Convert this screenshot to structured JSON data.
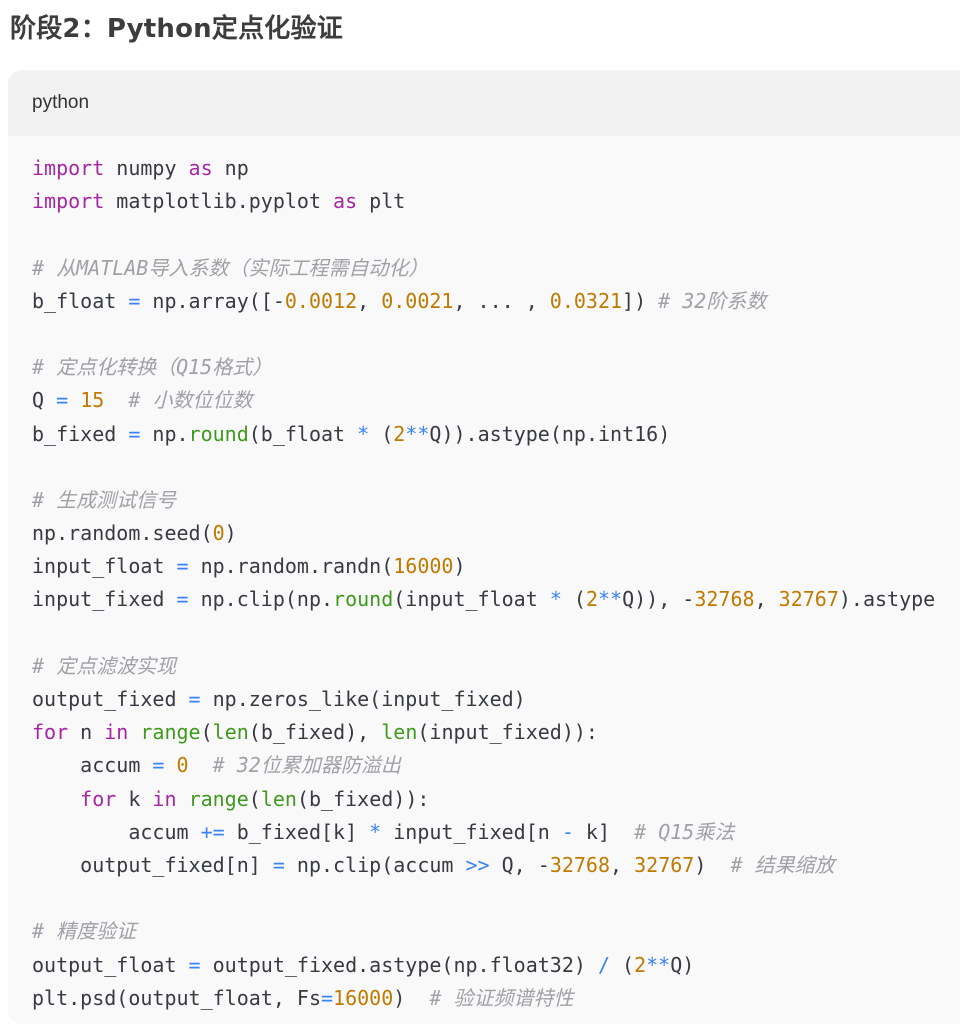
{
  "heading": "阶段2：Python定点化验证",
  "code_block": {
    "language": "python",
    "lines": [
      [
        [
          "kw",
          "import"
        ],
        [
          "pl",
          " numpy "
        ],
        [
          "kw",
          "as"
        ],
        [
          "pl",
          " np"
        ]
      ],
      [
        [
          "kw",
          "import"
        ],
        [
          "pl",
          " matplotlib.pyplot "
        ],
        [
          "kw",
          "as"
        ],
        [
          "pl",
          " plt"
        ]
      ],
      [],
      [
        [
          "cm",
          "# 从MATLAB导入系数（实际工程需自动化）"
        ]
      ],
      [
        [
          "pl",
          "b_float "
        ],
        [
          "op",
          "="
        ],
        [
          "pl",
          " np.array([-"
        ],
        [
          "num",
          "0.0012"
        ],
        [
          "pl",
          ", "
        ],
        [
          "num",
          "0.0021"
        ],
        [
          "pl",
          ", ... , "
        ],
        [
          "num",
          "0.0321"
        ],
        [
          "pl",
          "]) "
        ],
        [
          "cm",
          "# 32阶系数"
        ]
      ],
      [],
      [
        [
          "cm",
          "# 定点化转换（Q15格式）"
        ]
      ],
      [
        [
          "pl",
          "Q "
        ],
        [
          "op",
          "="
        ],
        [
          "pl",
          " "
        ],
        [
          "num",
          "15"
        ],
        [
          "pl",
          "  "
        ],
        [
          "cm",
          "# 小数位位数"
        ]
      ],
      [
        [
          "pl",
          "b_fixed "
        ],
        [
          "op",
          "="
        ],
        [
          "pl",
          " np."
        ],
        [
          "fn",
          "round"
        ],
        [
          "pl",
          "(b_float "
        ],
        [
          "op",
          "*"
        ],
        [
          "pl",
          " ("
        ],
        [
          "num",
          "2"
        ],
        [
          "op",
          "**"
        ],
        [
          "pl",
          "Q)).astype(np.int16)"
        ]
      ],
      [],
      [
        [
          "cm",
          "# 生成测试信号"
        ]
      ],
      [
        [
          "pl",
          "np.random.seed("
        ],
        [
          "num",
          "0"
        ],
        [
          "pl",
          ")"
        ]
      ],
      [
        [
          "pl",
          "input_float "
        ],
        [
          "op",
          "="
        ],
        [
          "pl",
          " np.random.randn("
        ],
        [
          "num",
          "16000"
        ],
        [
          "pl",
          ")"
        ]
      ],
      [
        [
          "pl",
          "input_fixed "
        ],
        [
          "op",
          "="
        ],
        [
          "pl",
          " np.clip(np."
        ],
        [
          "fn",
          "round"
        ],
        [
          "pl",
          "(input_float "
        ],
        [
          "op",
          "*"
        ],
        [
          "pl",
          " ("
        ],
        [
          "num",
          "2"
        ],
        [
          "op",
          "**"
        ],
        [
          "pl",
          "Q)), -"
        ],
        [
          "num",
          "32768"
        ],
        [
          "pl",
          ", "
        ],
        [
          "num",
          "32767"
        ],
        [
          "pl",
          ").astype"
        ]
      ],
      [],
      [
        [
          "cm",
          "# 定点滤波实现"
        ]
      ],
      [
        [
          "pl",
          "output_fixed "
        ],
        [
          "op",
          "="
        ],
        [
          "pl",
          " np.zeros_like(input_fixed)"
        ]
      ],
      [
        [
          "kw",
          "for"
        ],
        [
          "pl",
          " n "
        ],
        [
          "kw",
          "in"
        ],
        [
          "pl",
          " "
        ],
        [
          "fn",
          "range"
        ],
        [
          "pl",
          "("
        ],
        [
          "fn",
          "len"
        ],
        [
          "pl",
          "(b_fixed), "
        ],
        [
          "fn",
          "len"
        ],
        [
          "pl",
          "(input_fixed)):"
        ]
      ],
      [
        [
          "pl",
          "    accum "
        ],
        [
          "op",
          "="
        ],
        [
          "pl",
          " "
        ],
        [
          "num",
          "0"
        ],
        [
          "pl",
          "  "
        ],
        [
          "cm",
          "# 32位累加器防溢出"
        ]
      ],
      [
        [
          "pl",
          "    "
        ],
        [
          "kw",
          "for"
        ],
        [
          "pl",
          " k "
        ],
        [
          "kw",
          "in"
        ],
        [
          "pl",
          " "
        ],
        [
          "fn",
          "range"
        ],
        [
          "pl",
          "("
        ],
        [
          "fn",
          "len"
        ],
        [
          "pl",
          "(b_fixed)):"
        ]
      ],
      [
        [
          "pl",
          "        accum "
        ],
        [
          "op",
          "+="
        ],
        [
          "pl",
          " b_fixed[k] "
        ],
        [
          "op",
          "*"
        ],
        [
          "pl",
          " input_fixed[n "
        ],
        [
          "op",
          "-"
        ],
        [
          "pl",
          " k]  "
        ],
        [
          "cm",
          "# Q15乘法"
        ]
      ],
      [
        [
          "pl",
          "    output_fixed[n] "
        ],
        [
          "op",
          "="
        ],
        [
          "pl",
          " np.clip(accum "
        ],
        [
          "op",
          ">>"
        ],
        [
          "pl",
          " Q, -"
        ],
        [
          "num",
          "32768"
        ],
        [
          "pl",
          ", "
        ],
        [
          "num",
          "32767"
        ],
        [
          "pl",
          ")  "
        ],
        [
          "cm",
          "# 结果缩放"
        ]
      ],
      [],
      [
        [
          "cm",
          "# 精度验证"
        ]
      ],
      [
        [
          "pl",
          "output_float "
        ],
        [
          "op",
          "="
        ],
        [
          "pl",
          " output_fixed.astype(np.float32) "
        ],
        [
          "op",
          "/"
        ],
        [
          "pl",
          " ("
        ],
        [
          "num",
          "2"
        ],
        [
          "op",
          "**"
        ],
        [
          "pl",
          "Q)"
        ]
      ],
      [
        [
          "pl",
          "plt.psd(output_float, Fs"
        ],
        [
          "op",
          "="
        ],
        [
          "num",
          "16000"
        ],
        [
          "pl",
          ")  "
        ],
        [
          "cm",
          "# 验证频谱特性"
        ]
      ]
    ]
  }
}
